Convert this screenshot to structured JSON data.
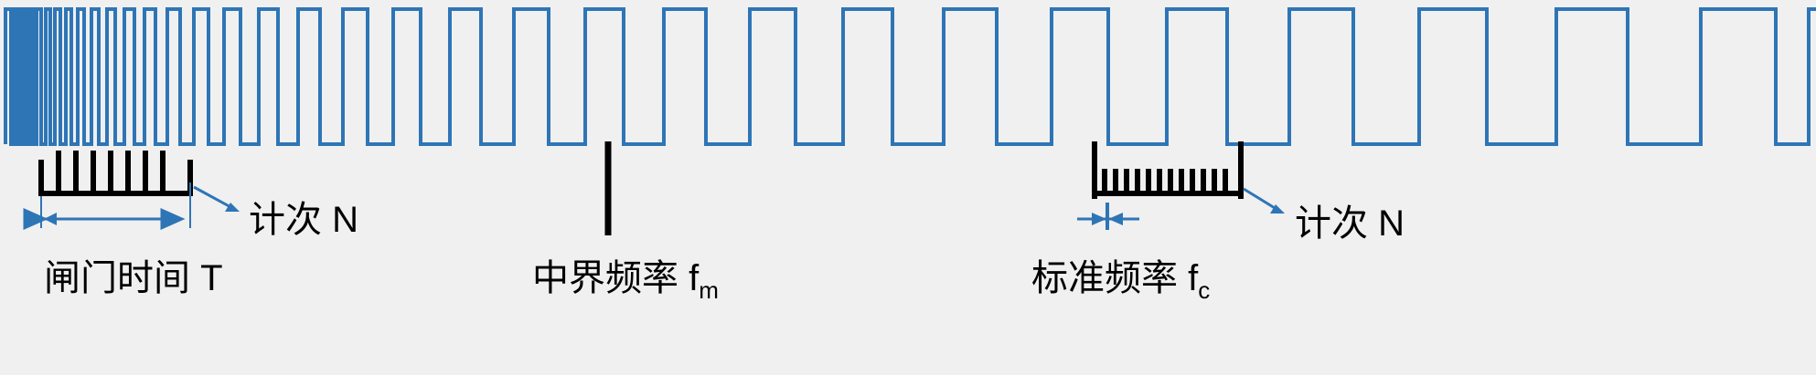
{
  "diagram": {
    "background_color": "#f0f0f0",
    "wave_color": "#2e75b6",
    "tick_color": "#000000",
    "arrow_color": "#2e75b6",
    "labels": {
      "count_left": "计次 N",
      "count_right": "计次 N",
      "gate_time": "闸门时间 T",
      "mid_freq_prefix": "中界频率 f",
      "mid_freq_sub": "m",
      "std_freq_prefix": "标准频率 f",
      "std_freq_sub": "c"
    }
  },
  "chart_data": {
    "type": "line",
    "title": "",
    "xlabel": "",
    "ylabel": "",
    "description": "Square-wave pulse train with progressively increasing period from left to right, with measurement tick marks underneath at left and right.",
    "series": [
      {
        "name": "pulse-train",
        "color": "#2e75b6",
        "edges_x": [
          8,
          12,
          16,
          20,
          24,
          28,
          32,
          36,
          40,
          45,
          50,
          55,
          60,
          66,
          72,
          78,
          85,
          92,
          100,
          108,
          117,
          126,
          136,
          147,
          158,
          170,
          183,
          197,
          212,
          228,
          245,
          263,
          283,
          304,
          326,
          350,
          375,
          402,
          430,
          460,
          492,
          526,
          562,
          600,
          640,
          682,
          726,
          772,
          820,
          870,
          922,
          976,
          1032,
          1090,
          1150,
          1212,
          1276,
          1342,
          1410,
          1480,
          1552,
          1626,
          1702,
          1780,
          1860,
          1942
        ],
        "high_y": 10,
        "low_y": 158
      }
    ],
    "tick_groups": [
      {
        "name": "left-count-ticks",
        "baseline_y": 210,
        "x_start": 45,
        "x_end": 208,
        "tick_count": 8,
        "tick_top_y": 163
      },
      {
        "name": "right-count-ticks",
        "baseline_y": 212,
        "x_start": 1196,
        "x_end": 1357,
        "tick_count": 14,
        "tick_top_y": 183
      }
    ],
    "markers": [
      {
        "name": "mid-frequency-marker",
        "x": 665,
        "y_top": 155,
        "y_bottom": 258
      }
    ],
    "dimension_arrows": [
      {
        "name": "gate-time-arrow",
        "x_start": 45,
        "x_end": 201,
        "y": 240
      },
      {
        "name": "std-period-arrow",
        "x_start": 1178,
        "x_end": 1246,
        "y": 240
      }
    ],
    "callout_arrows": [
      {
        "name": "left-count-callout",
        "x_start": 211,
        "y_start": 205,
        "x_end": 262,
        "y_end": 232
      },
      {
        "name": "right-count-callout",
        "x_start": 1360,
        "y_start": 207,
        "x_end": 1405,
        "y_end": 234
      }
    ]
  }
}
